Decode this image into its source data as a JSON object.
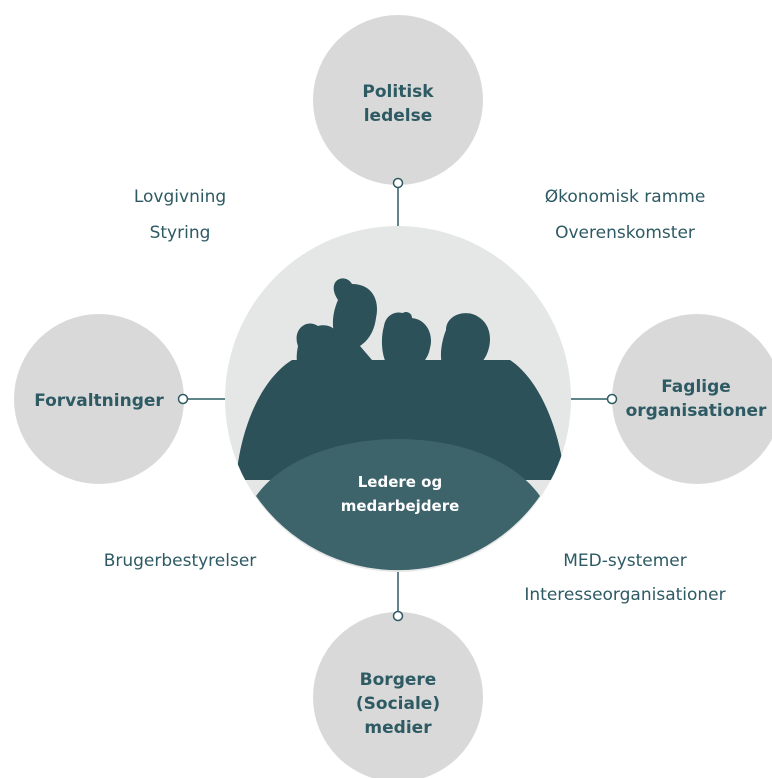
{
  "colors": {
    "outer_circle": "#d9d9d9",
    "center_circle": "#e5e7e7",
    "silhouettes": "#2c5159",
    "center_cap": "#3d636b",
    "text": "#2d5a63",
    "connector": "#2d5a63"
  },
  "nodes": {
    "top": {
      "lines": [
        "Politisk",
        "ledelse"
      ]
    },
    "left": {
      "lines": [
        "Forvaltninger"
      ]
    },
    "right": {
      "lines": [
        "Faglige",
        "organisationer"
      ]
    },
    "bottom": {
      "lines": [
        "Borgere",
        "(Sociale)",
        "medier"
      ]
    }
  },
  "center": {
    "lines": [
      "Ledere og",
      "medarbejdere"
    ]
  },
  "quadrant_labels": {
    "top_left": [
      "Lovgivning",
      "Styring"
    ],
    "top_right": [
      "Økonomisk ramme",
      "Overenskomster"
    ],
    "bottom_left": [
      "Brugerbestyrelser"
    ],
    "bottom_right": [
      "MED-systemer",
      "Interesseorganisationer"
    ]
  }
}
